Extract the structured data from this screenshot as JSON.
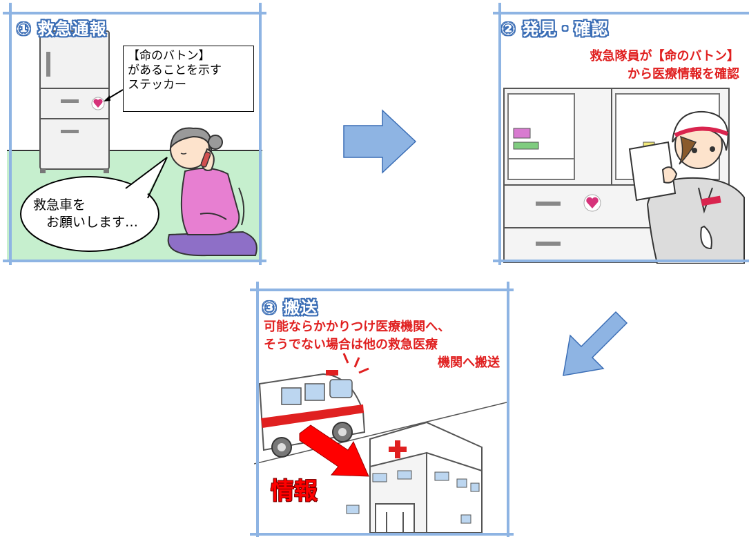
{
  "panels": [
    {
      "title": "① 救急通報",
      "sticker_label": "【命のバトン】\nがあることを示す\nステッカー",
      "speech_bubble": "救急車を\n　お願いします…"
    },
    {
      "title": "② 発見・確認",
      "caption_line1": "救急隊員が【命のバトン】",
      "caption_line2": "から医療情報を確認"
    },
    {
      "title": "③ 搬送",
      "caption_line1": "可能ならかかりつけ医療機関へ、",
      "caption_line2": "そうでない場合は他の救急医療",
      "caption_line3": "機関へ搬送",
      "info_label": "情報"
    }
  ],
  "colors": {
    "frame": "#8eb4e3",
    "title_outline": "#3a6db5",
    "caption_red": "#e02020",
    "arrow_fill": "#8eb4e3",
    "floor_green": "#c6efce"
  },
  "icons": [
    "right-arrow-icon",
    "down-left-arrow-icon",
    "heart-sticker-icon",
    "red-cross-icon"
  ]
}
